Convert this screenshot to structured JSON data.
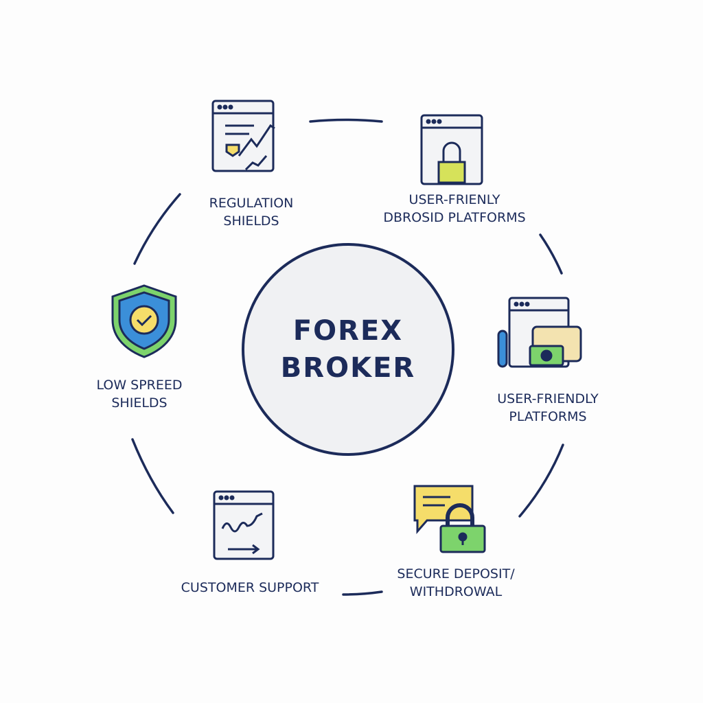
{
  "center": {
    "line1": "FOREX",
    "line2": "BROKER"
  },
  "nodes": [
    {
      "line1": "REGULATION",
      "line2": "SHIELDS",
      "icon": "chart-document-icon"
    },
    {
      "line1": "USER-FRIENLY",
      "line2": "DBROSID PLATFORMS",
      "icon": "lock-browser-icon"
    },
    {
      "line1": "USER-FRIENDLY",
      "line2": "PLATFORMS",
      "icon": "platform-cash-icon"
    },
    {
      "line1": "SECURE DEPOSIT/",
      "line2": "WITHDROWAL",
      "icon": "chat-lock-icon"
    },
    {
      "line1": "CUSTOMER SUPPORT",
      "line2": "",
      "icon": "chart-arrow-window-icon"
    },
    {
      "line1": "LOW SPREED",
      "line2": "SHIELDS",
      "icon": "shield-check-icon"
    }
  ],
  "colors": {
    "navy": "#1c2b5a",
    "yellow": "#f5dd6a",
    "green": "#7dd36c",
    "blue": "#3b8fd9"
  }
}
